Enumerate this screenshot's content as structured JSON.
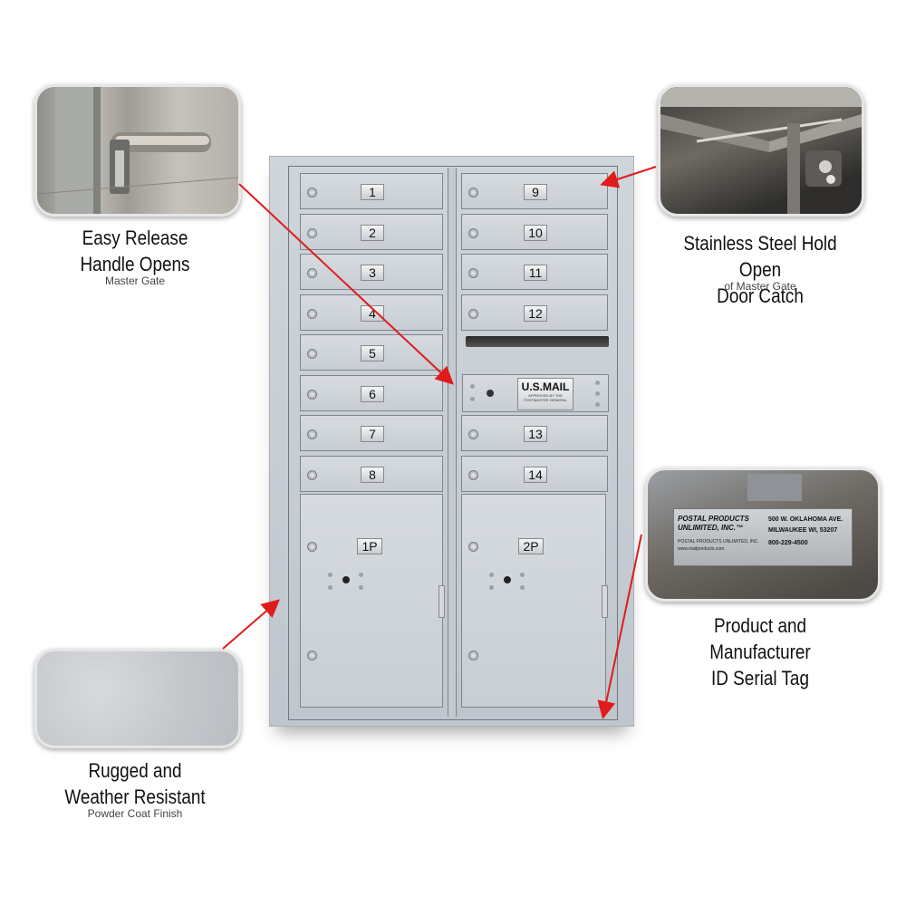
{
  "callouts": {
    "handle": {
      "title_line1": "Easy Release",
      "title_line2": "Handle Opens",
      "subtitle": "Master Gate"
    },
    "catch": {
      "title_line1": "Stainless Steel Hold Open",
      "title_line2": "Door Catch",
      "subtitle": "of Master Gate"
    },
    "tag": {
      "title_line1": "Product and Manufacturer",
      "title_line2": "ID Serial Tag",
      "subtitle": ""
    },
    "finish": {
      "title_line1": "Rugged and",
      "title_line2": "Weather Resistant",
      "subtitle": "Powder Coat Finish"
    }
  },
  "serial_tag": {
    "brand_line1": "POSTAL PRODUCTS",
    "brand_line2": "UNLIMITED, INC.™",
    "address_line1": "500 W. OKLAHOMA AVE.",
    "address_line2": "MILWAUKEE WI, 53207",
    "phone": "800-229-4500",
    "small_line1": "POSTAL PRODUCTS UNLIMITED, INC.",
    "small_line2": "www.mailproducts.com"
  },
  "mailbox": {
    "left_doors": [
      "1",
      "2",
      "3",
      "4",
      "5",
      "6",
      "7",
      "8"
    ],
    "right_doors_top": [
      "9",
      "10",
      "11",
      "12"
    ],
    "right_doors_bottom": [
      "13",
      "14"
    ],
    "parcel_left": "1P",
    "parcel_right": "2P",
    "usmail_label": "U.S.MAIL",
    "usmail_fine1": "APPROVED BY THE",
    "usmail_fine2": "POSTMASTER GENERAL"
  },
  "colors": {
    "arrow": "#e01b1b",
    "finish": "#c9ccd0"
  }
}
